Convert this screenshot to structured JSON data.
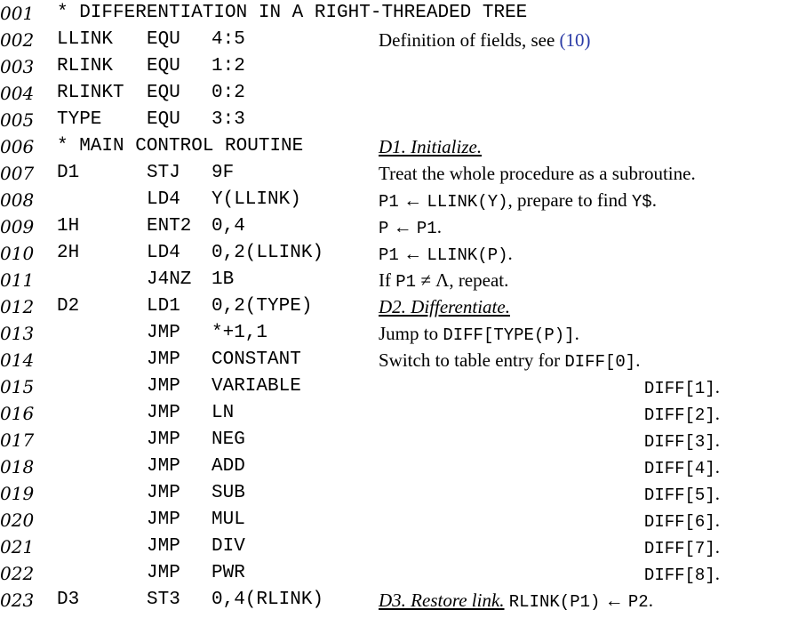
{
  "listing": {
    "lines": [
      {
        "num": "001",
        "full": "* DIFFERENTIATION IN A RIGHT-THREADED TREE"
      },
      {
        "num": "002",
        "label": "LLINK",
        "op": "EQU",
        "addr": "4:5",
        "rem": [
          "Definition of fields, see ",
          "(10)"
        ]
      },
      {
        "num": "003",
        "label": "RLINK",
        "op": "EQU",
        "addr": "1:2"
      },
      {
        "num": "004",
        "label": "RLINKT",
        "op": "EQU",
        "addr": "0:2"
      },
      {
        "num": "005",
        "label": "TYPE",
        "op": "EQU",
        "addr": "3:3"
      },
      {
        "num": "006",
        "full": "* MAIN CONTROL ROUTINE",
        "rem": [
          "D1. Initialize."
        ]
      },
      {
        "num": "007",
        "label": "D1",
        "op": "STJ",
        "addr": "9F",
        "rem": [
          "Treat the whole procedure as a subroutine."
        ]
      },
      {
        "num": "008",
        "op": "LD4",
        "addr": "Y(LLINK)",
        "rem": [
          "P1",
          " ← ",
          "LLINK(Y)",
          ", prepare to find ",
          "Y$",
          "."
        ]
      },
      {
        "num": "009",
        "label": "1H",
        "op": "ENT2",
        "addr": "0,4",
        "rem": [
          "P",
          " ← ",
          "P1",
          "."
        ]
      },
      {
        "num": "010",
        "label": "2H",
        "op": "LD4",
        "addr": "0,2(LLINK)",
        "rem": [
          "P1",
          " ← ",
          "LLINK(P)",
          "."
        ]
      },
      {
        "num": "011",
        "op": "J4NZ",
        "addr": "1B",
        "rem": [
          "If ",
          "P1",
          " ≠ Λ, repeat."
        ]
      },
      {
        "num": "012",
        "label": "D2",
        "op": "LD1",
        "addr": "0,2(TYPE)",
        "rem": [
          "D2. Differentiate."
        ]
      },
      {
        "num": "013",
        "op": "JMP",
        "addr": "*+1,1",
        "rem": [
          "Jump to ",
          "DIFF[TYPE(P)]",
          "."
        ]
      },
      {
        "num": "014",
        "op": "JMP",
        "addr": "CONSTANT",
        "rem": [
          "Switch to table entry for ",
          "DIFF[0]",
          "."
        ]
      },
      {
        "num": "015",
        "op": "JMP",
        "addr": "VARIABLE",
        "rem": [
          "DIFF[1]",
          "."
        ]
      },
      {
        "num": "016",
        "op": "JMP",
        "addr": "LN",
        "rem": [
          "DIFF[2]",
          "."
        ]
      },
      {
        "num": "017",
        "op": "JMP",
        "addr": "NEG",
        "rem": [
          "DIFF[3]",
          "."
        ]
      },
      {
        "num": "018",
        "op": "JMP",
        "addr": "ADD",
        "rem": [
          "DIFF[4]",
          "."
        ]
      },
      {
        "num": "019",
        "op": "JMP",
        "addr": "SUB",
        "rem": [
          "DIFF[5]",
          "."
        ]
      },
      {
        "num": "020",
        "op": "JMP",
        "addr": "MUL",
        "rem": [
          "DIFF[6]",
          "."
        ]
      },
      {
        "num": "021",
        "op": "JMP",
        "addr": "DIV",
        "rem": [
          "DIFF[7]",
          "."
        ]
      },
      {
        "num": "022",
        "op": "JMP",
        "addr": "PWR",
        "rem": [
          "DIFF[8]",
          "."
        ]
      },
      {
        "num": "023",
        "label": "D3",
        "op": "ST3",
        "addr": "0,4(RLINK)",
        "rem": [
          "D3. Restore link.",
          " ",
          "RLINK(P1)",
          " ← ",
          "P2",
          "."
        ]
      }
    ]
  }
}
